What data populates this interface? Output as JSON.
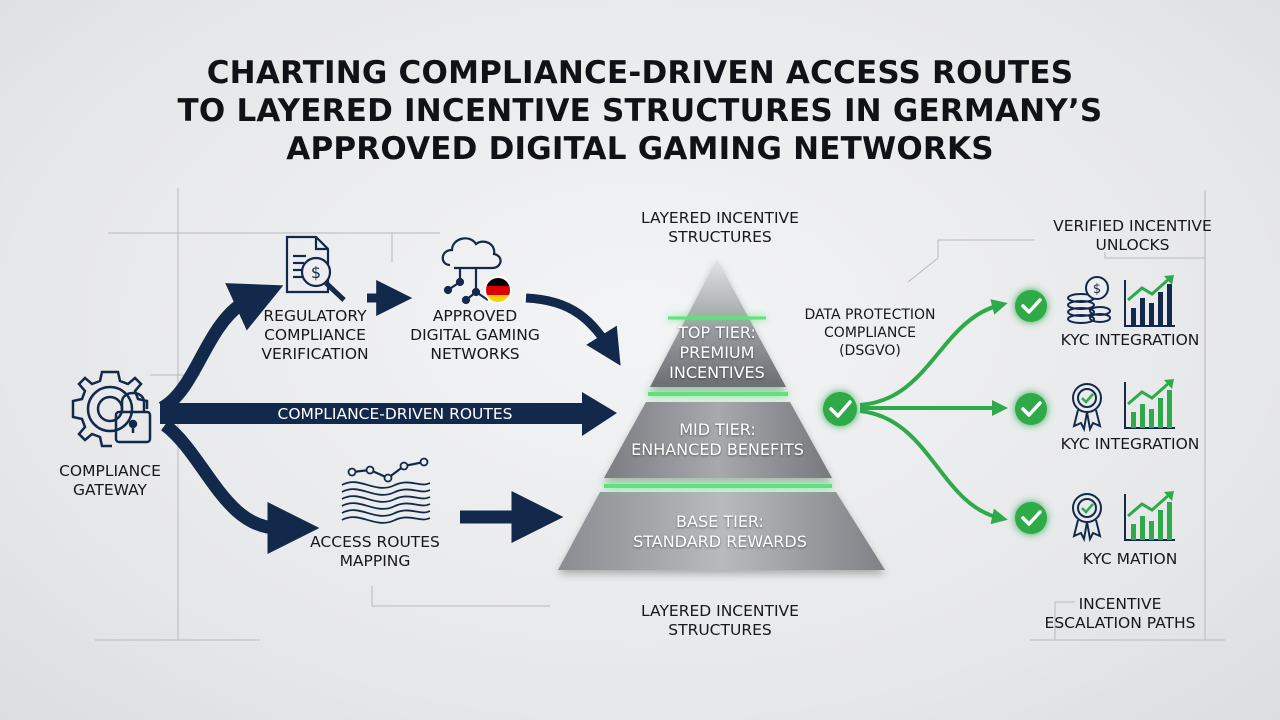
{
  "title": {
    "line1": "CHARTING COMPLIANCE-DRIVEN ACCESS ROUTES",
    "line2": "TO LAYERED INCENTIVE STRUCTURES IN GERMANY’S",
    "line3": "APPROVED DIGITAL GAMING NETWORKS"
  },
  "left": {
    "gateway_line1": "COMPLIANCE",
    "gateway_line2": "GATEWAY",
    "regulatory_line1": "REGULATORY",
    "regulatory_line2": "COMPLIANCE",
    "regulatory_line3": "VERIFICATION",
    "approved_line1": "APPROVED",
    "approved_line2": "DIGITAL GAMING",
    "approved_line3": "NETWORKS",
    "routes_label": "COMPLIANCE-DRIVEN ROUTES",
    "mapping_line1": "ACCESS ROUTES",
    "mapping_line2": "MAPPING"
  },
  "pyramid": {
    "header_line1": "LAYERED INCENTIVE",
    "header_line2": "STRUCTURES",
    "top_line1": "TOP TIER:",
    "top_line2": "PREMIUM",
    "top_line3": "INCENTIVES",
    "mid_line1": "MID TIER:",
    "mid_line2": "ENHANCED BENEFITS",
    "base_line1": "BASE TIER:",
    "base_line2": "STANDARD REWARDS",
    "footer_line1": "LAYERED INCENTIVE",
    "footer_line2": "STRUCTURES"
  },
  "right": {
    "dp_line1": "DATA PROTECTION",
    "dp_line2": "COMPLIANCE",
    "dp_line3": "(DSGVO)",
    "unlocks_line1": "VERIFIED INCENTIVE",
    "unlocks_line2": "UNLOCKS",
    "row1": "KYC INTEGRATION",
    "row2": "KYC INTEGRATION",
    "row3": "KYC MATION",
    "esc_line1": "INCENTIVE",
    "esc_line2": "ESCALATION PATHS"
  },
  "colors": {
    "navy": "#13294b",
    "green": "#2eaa4a",
    "green_glow": "#5be37a",
    "pyramid_dark": "#6c6e73",
    "pyramid_light": "#c9cacd",
    "flag_black": "#000000",
    "flag_red": "#dd0000",
    "flag_gold": "#ffce00"
  },
  "icons": {
    "gateway": "gear-lock-icon",
    "regulatory": "document-magnifier-icon",
    "approved": "cloud-network-icon",
    "flag": "germany-flag-icon",
    "mapping": "route-map-icon",
    "check": "checkmark-icon",
    "row1": "coin-stack-icon",
    "row2": "award-badge-icon",
    "row3": "award-badge-icon",
    "growth": "growth-chart-icon"
  }
}
